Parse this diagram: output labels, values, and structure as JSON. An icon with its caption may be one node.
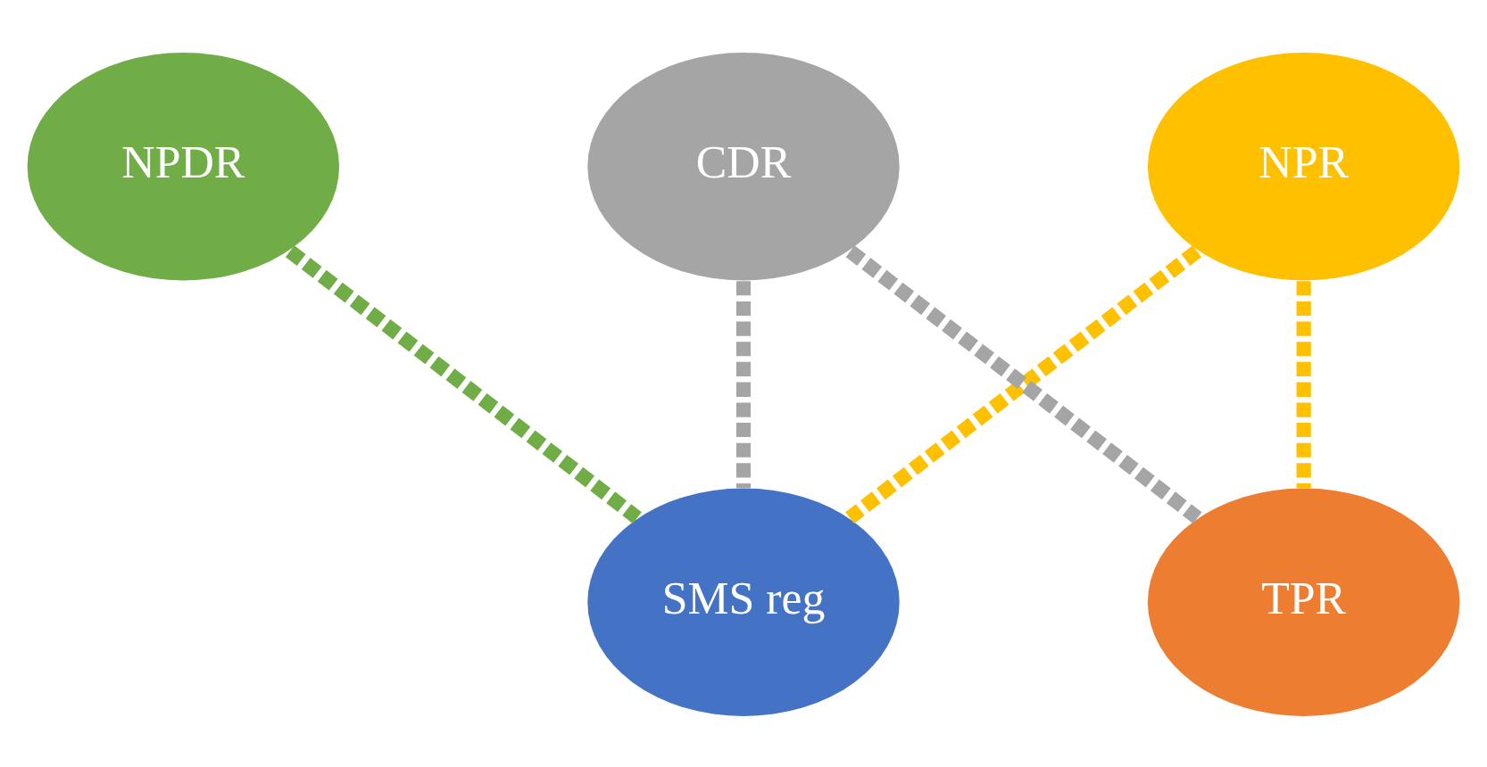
{
  "diagram": {
    "nodes": [
      {
        "text": [
          "NPDR"
        ]
      },
      {
        "text": [
          "NPR"
        ]
      },
      {
        "text": [
          "CDR"
        ]
      },
      {
        "text": [
          "SMS reg"
        ]
      },
      {
        "text": [
          "TPR"
        ]
      }
    ],
    "edges": [
      {
        "from": 0,
        "to": 3,
        "arrow": "none",
        "style": "dashed",
        "color": "#70ad47"
      },
      {
        "from": 1,
        "to": 3,
        "arrow": "none",
        "style": "dashed",
        "color": "#ffc000"
      },
      {
        "from": 2,
        "to": 3,
        "arrow": "none",
        "style": "dashed",
        "color": "#a5a5a5"
      },
      {
        "from": 1,
        "to": 4,
        "arrow": "none",
        "style": "dashed",
        "color": "#ffc000"
      },
      {
        "from": 2,
        "to": 4,
        "arrow": "none",
        "style": "dashed",
        "color": "#a5a5a5"
      }
    ]
  }
}
